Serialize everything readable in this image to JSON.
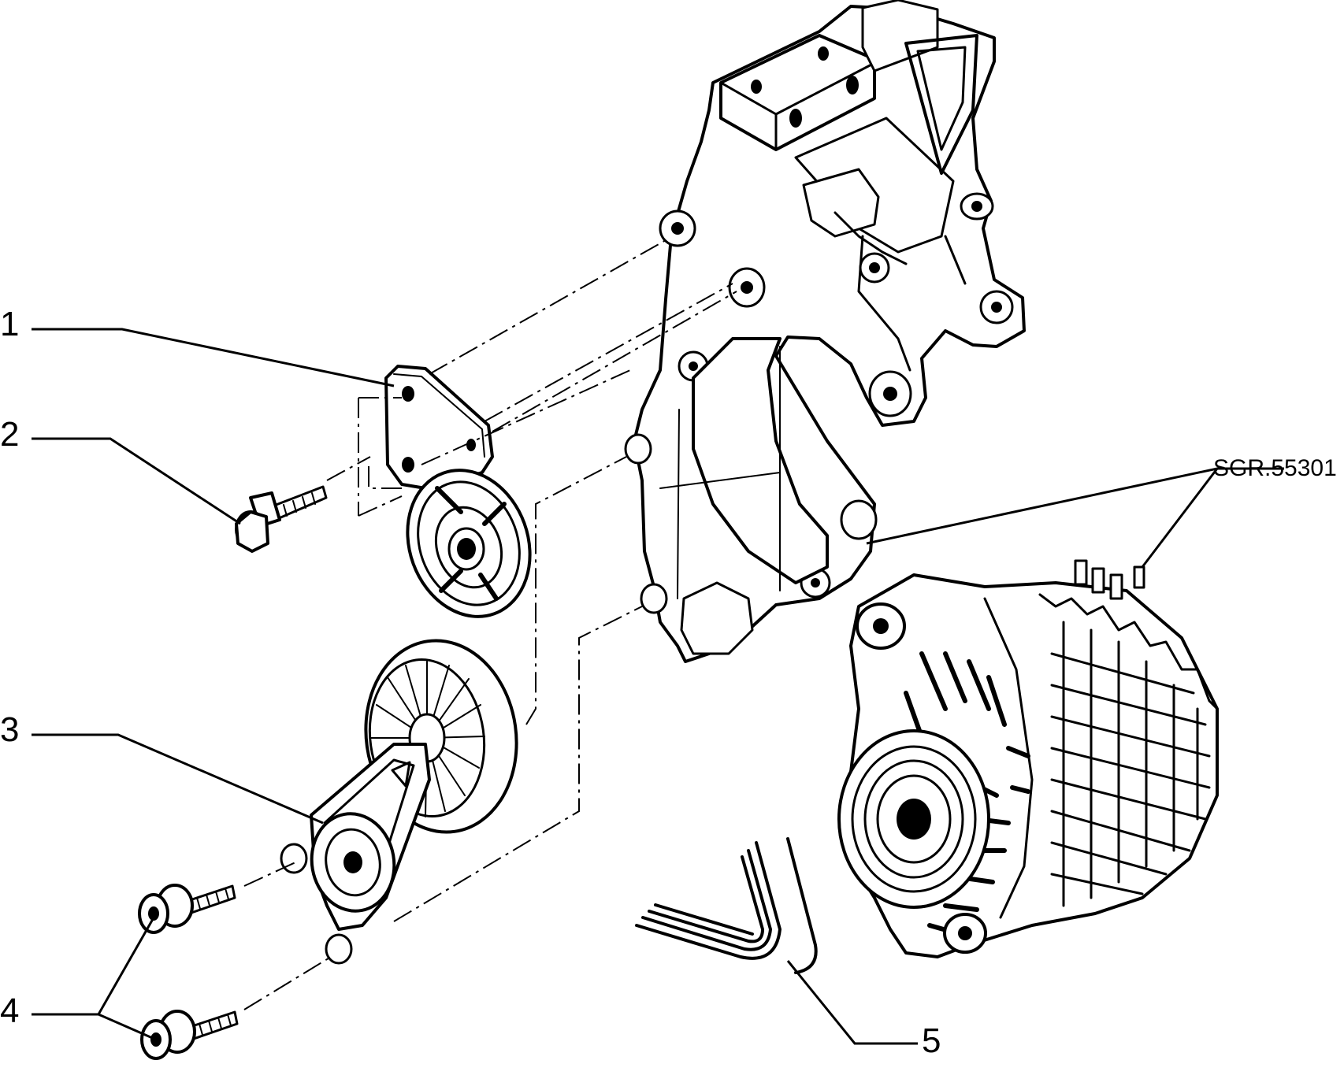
{
  "callouts": [
    {
      "id": "1",
      "label": "1"
    },
    {
      "id": "2",
      "label": "2"
    },
    {
      "id": "3",
      "label": "3"
    },
    {
      "id": "4",
      "label": "4"
    },
    {
      "id": "5",
      "label": "5"
    }
  ],
  "drawing_code": "SGR.55301",
  "colors": {
    "ink": "#000000",
    "paper": "#ffffff"
  }
}
